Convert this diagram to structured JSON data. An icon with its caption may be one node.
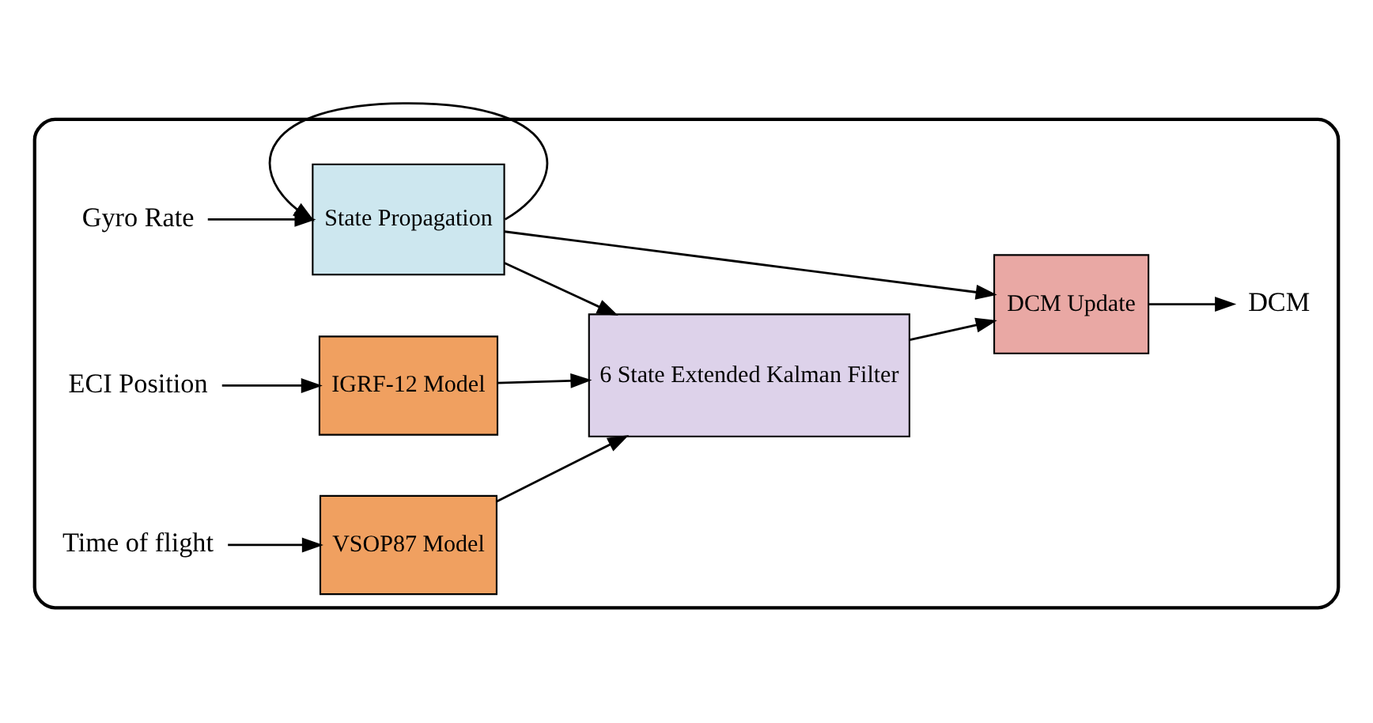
{
  "diagram": {
    "nodes": [
      {
        "text": [],
        "shape": "box"
      },
      {
        "text": [
          "Gyro Rate"
        ],
        "in": 0
      },
      {
        "text": [
          "State Propagation"
        ],
        "in": 0
      },
      {
        "text": [
          "DCM Update"
        ],
        "in": 0
      },
      {
        "text": [
          "DCM"
        ],
        "in": 0
      },
      {
        "text": [
          "ECI Position"
        ],
        "in": 0
      },
      {
        "text": [
          "IGRF-12 Model"
        ],
        "in": 0
      },
      {
        "text": [
          "6 State Extended Kalman Filter"
        ],
        "in": 0
      },
      {
        "text": [
          "Time of flight"
        ],
        "in": 0
      },
      {
        "text": [
          "VSOP87 Model"
        ],
        "in": 0
      }
    ],
    "edges": [
      {
        "from": 1,
        "to": 2,
        "arrow": "to"
      },
      {
        "from": 2,
        "to": 2,
        "arrow": "to"
      },
      {
        "from": 2,
        "to": 3,
        "arrow": "to"
      },
      {
        "from": 2,
        "to": 7,
        "arrow": "to"
      },
      {
        "from": 5,
        "to": 6,
        "arrow": "to"
      },
      {
        "from": 6,
        "to": 7,
        "arrow": "to"
      },
      {
        "from": 8,
        "to": 9,
        "arrow": "to"
      },
      {
        "from": 9,
        "to": 7,
        "arrow": "to"
      },
      {
        "from": 7,
        "to": 3,
        "arrow": "to"
      },
      {
        "from": 3,
        "to": 4,
        "arrow": "to"
      }
    ]
  }
}
